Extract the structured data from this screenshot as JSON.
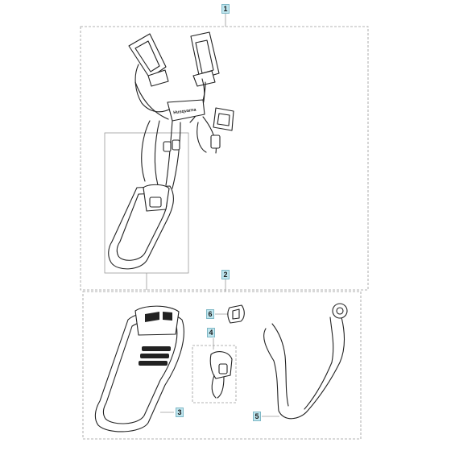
{
  "callouts": {
    "assembly": "1",
    "kit": "2",
    "hip_pad": "3",
    "buckle": "4",
    "hook": "5",
    "clip": "6"
  },
  "logo_text": "Husqvarna",
  "colors": {
    "line": "#222222",
    "dash": "#9a9a9a",
    "callout_fill": "#bfe6ef",
    "callout_border": "#7fb8c6"
  }
}
